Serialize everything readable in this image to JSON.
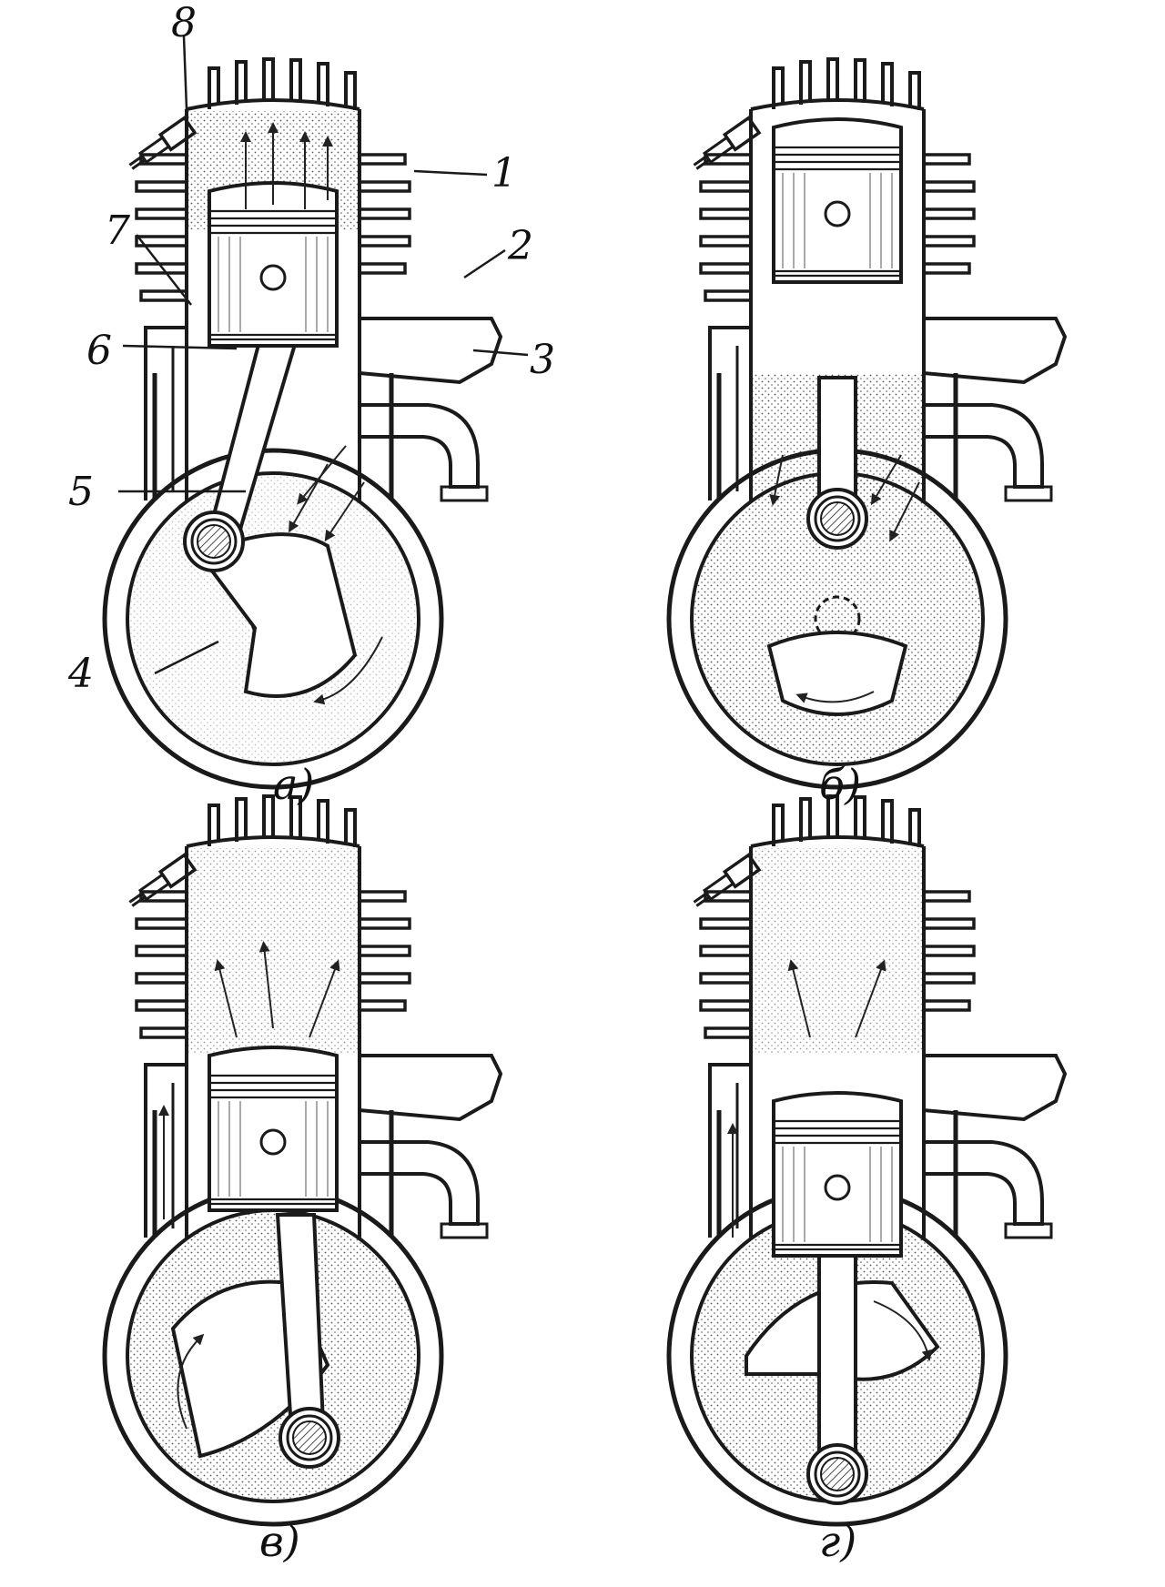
{
  "figure": {
    "panels": [
      {
        "id": "a",
        "caption": "а)"
      },
      {
        "id": "b",
        "caption": "б)"
      },
      {
        "id": "v",
        "caption": "в)"
      },
      {
        "id": "g",
        "caption": "г)"
      }
    ],
    "callouts": [
      "1",
      "2",
      "3",
      "4",
      "5",
      "6",
      "7",
      "8"
    ],
    "colors": {
      "ink": "#1a1a1a",
      "paper": "#ffffff",
      "stipple": "#444444"
    }
  }
}
